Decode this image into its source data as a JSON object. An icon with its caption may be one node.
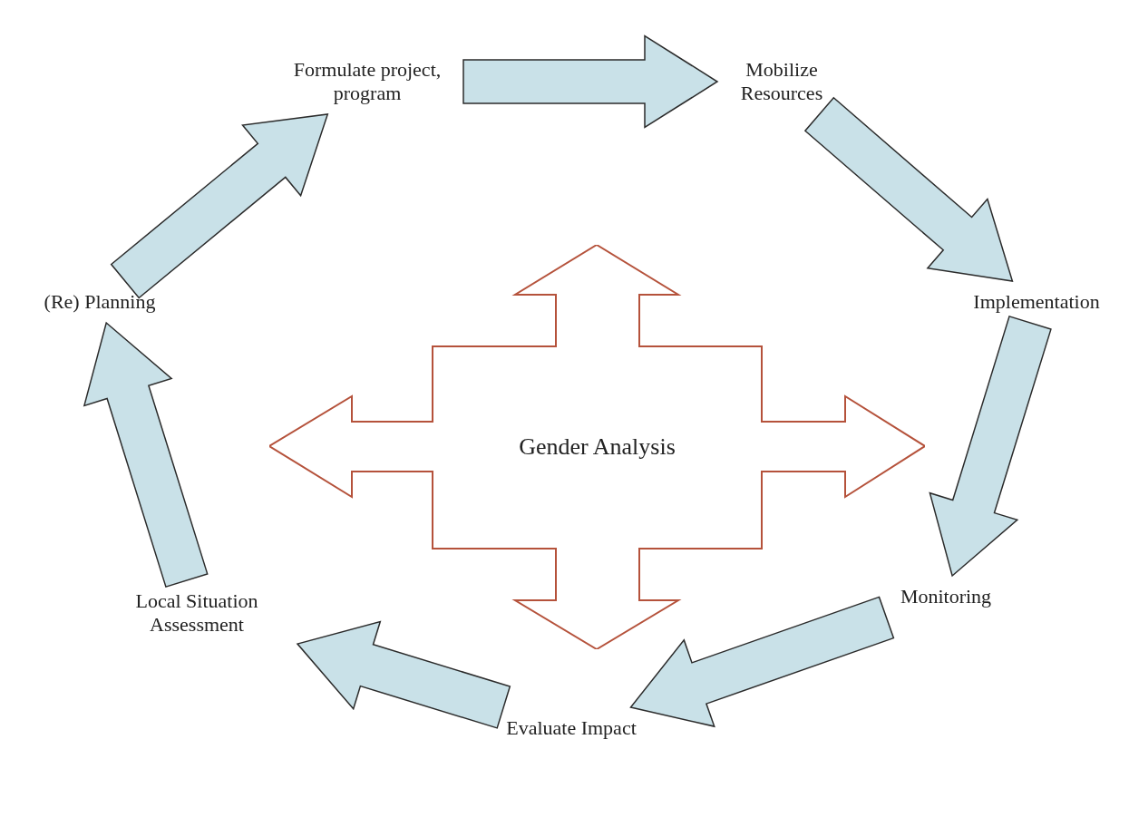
{
  "diagram": {
    "nodes": [
      {
        "text": [
          "Formulate project, program"
        ]
      },
      {
        "text": [
          "Mobilize Resources"
        ]
      },
      {
        "text": [
          "Implementation"
        ]
      },
      {
        "text": [
          "Monitoring"
        ]
      },
      {
        "text": [
          "Evaluate Impact"
        ]
      },
      {
        "text": [
          "Local Situation Assessment"
        ]
      },
      {
        "text": [
          "(Re) Planning"
        ]
      },
      {
        "text": [
          "Gender Analysis"
        ]
      }
    ],
    "edges": [
      {
        "from": 0,
        "to": 1,
        "arrow": "to"
      },
      {
        "from": 1,
        "to": 2,
        "arrow": "to"
      },
      {
        "from": 2,
        "to": 3,
        "arrow": "to"
      },
      {
        "from": 3,
        "to": 4,
        "arrow": "to"
      },
      {
        "from": 4,
        "to": 5,
        "arrow": "to"
      },
      {
        "from": 5,
        "to": 6,
        "arrow": "to"
      },
      {
        "from": 6,
        "to": 0,
        "arrow": "to"
      }
    ]
  }
}
